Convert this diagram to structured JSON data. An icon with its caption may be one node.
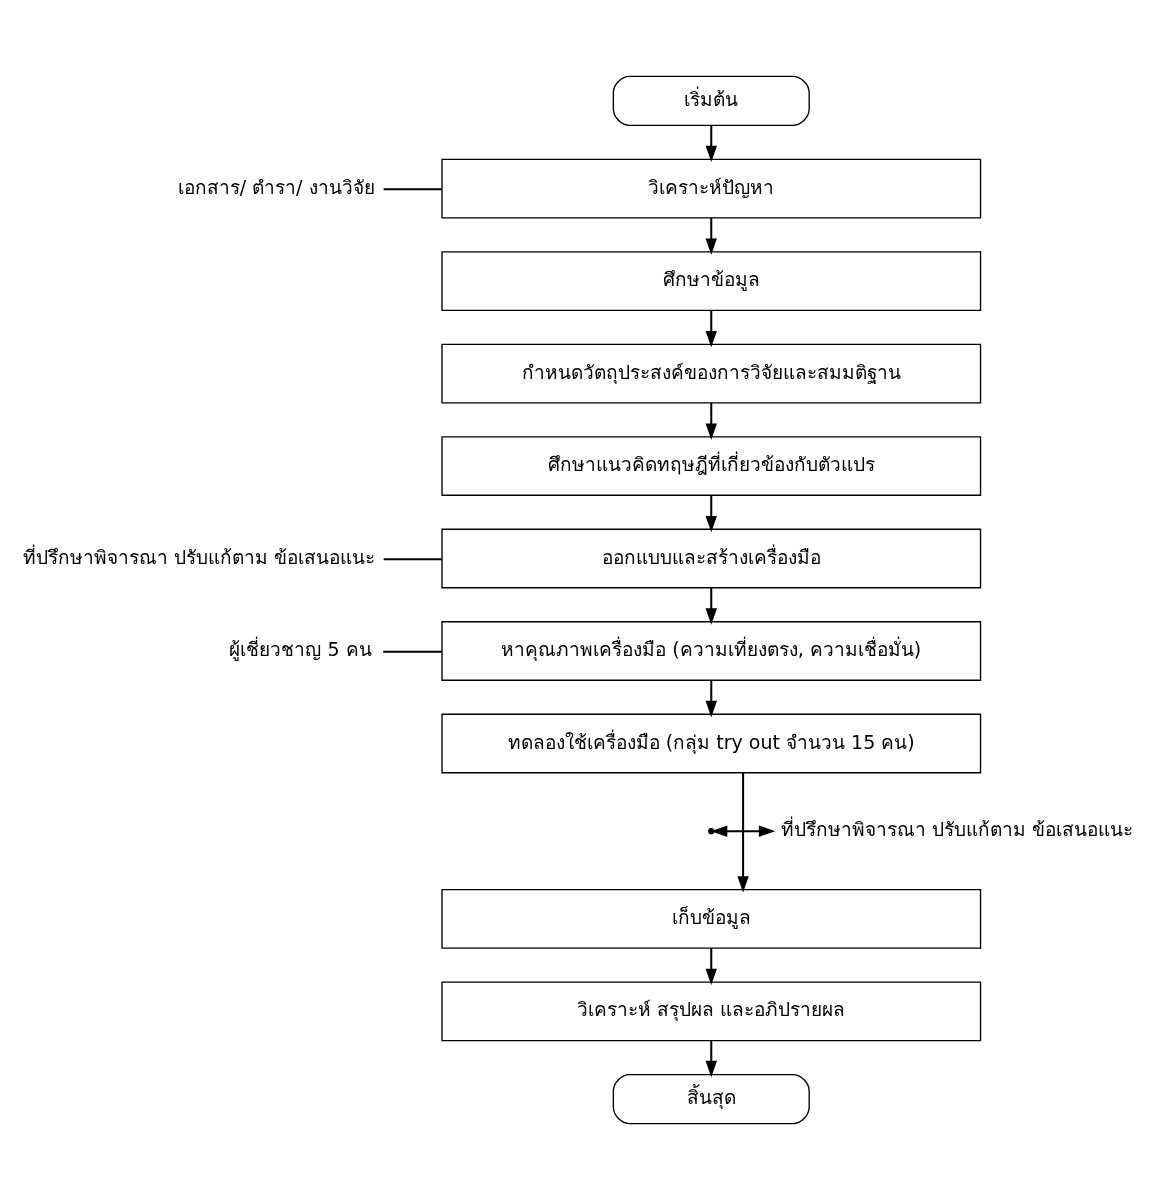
{
  "diagram": {
    "nodes": [
      {
        "text": [
          "เริ่มต้น"
        ]
      },
      {
        "text": [
          "วิเคราะห์ปัญหา"
        ]
      },
      {
        "text": [
          "ศึกษาข้อมูล"
        ]
      },
      {
        "text": [
          "กำหนดวัตถุประสงค์ของการวิจัยและสมมติฐาน"
        ]
      },
      {
        "text": [
          "ศึกษาแนวคิดทฤษฎีที่เกี่ยวข้องกับตัวแปร"
        ]
      },
      {
        "text": [
          "ออกแบบและสร้างเครื่องมือ"
        ]
      },
      {
        "text": [
          "หาคุณภาพเครื่องมือ (ความเที่ยงตรง, ความเชื่อมั่น)"
        ]
      },
      {
        "text": [
          "ทดลองใช้เครื่องมือ (กลุ่ม try out จำนวน 15 คน)"
        ]
      },
      {
        "text": [
          "เก็บข้อมูล"
        ]
      },
      {
        "text": [
          "วิเคราะห์ สรุปผล และอภิปรายผล"
        ]
      },
      {
        "text": [
          "สิ้นสุด"
        ]
      },
      {
        "text": [
          "เอกสาร/ ตำรา/ งานวิจัย"
        ]
      },
      {
        "text": [
          "ที่ปรึกษาพิจารณา ปรับแก้ตาม ข้อเสนอแนะ"
        ]
      },
      {
        "text": [
          "ผู้เชี่ยวชาญ 5 คน"
        ]
      },
      {
        "text": [
          "ที่ปรึกษาพิจารณา ปรับแก้ตาม ข้อเสนอแนะ"
        ]
      }
    ],
    "edges": [
      {
        "from": 0,
        "to": 1,
        "arrow": "to"
      },
      {
        "from": 1,
        "to": 2,
        "arrow": "to"
      },
      {
        "from": 2,
        "to": 3,
        "arrow": "to"
      },
      {
        "from": 3,
        "to": 4,
        "arrow": "to"
      },
      {
        "from": 4,
        "to": 5,
        "arrow": "to"
      },
      {
        "from": 5,
        "to": 6,
        "arrow": "to"
      },
      {
        "from": 6,
        "to": 7,
        "arrow": "to"
      },
      {
        "from": 7,
        "to": 8,
        "arrow": "to"
      },
      {
        "from": 8,
        "to": 9,
        "arrow": "to"
      },
      {
        "from": 9,
        "to": 10,
        "arrow": "to"
      },
      {
        "from": 11,
        "to": 1,
        "arrow": "none"
      },
      {
        "from": 12,
        "to": 5,
        "arrow": "none"
      },
      {
        "from": 13,
        "to": 6,
        "arrow": "none"
      },
      {
        "from": null,
        "to": 14,
        "arrow": "both"
      }
    ]
  }
}
